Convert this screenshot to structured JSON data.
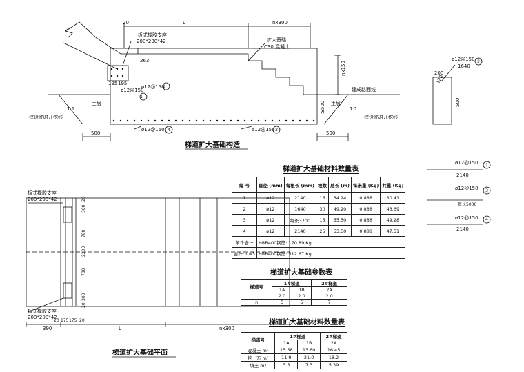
{
  "section": {
    "title": "梯道扩大基础构造",
    "dims": {
      "d20": "20",
      "L": "L",
      "nx300": "nx300",
      "nx150": "nx150",
      "d263": "263",
      "d195": "195",
      "d195b": "195",
      "d500a": "500",
      "d500b": "500",
      "ge500": "≥500"
    },
    "labels": {
      "bearing": "板式橡胶支座",
      "bearing_size": "200*200*42",
      "foundation": "扩大基础",
      "concrete": "C30 混凝土",
      "fill": "土层",
      "fill2": "土层",
      "cut_line": "建成路面线",
      "excavation_left": "建设临时开挖线",
      "excavation_right": "建设临时开挖线",
      "slope_l": "1:1",
      "slope_r": "1:1"
    },
    "rebars": {
      "r1": "ø12@150",
      "r2": "ø12@150",
      "r3": "ø12@150",
      "r4": "ø12@150",
      "n1": "1",
      "n2": "2",
      "n3": "3",
      "n4": "4"
    }
  },
  "bar2": {
    "d200": "200",
    "d120": "120",
    "d500": "500",
    "label": "ø12@150",
    "len": "1640",
    "num": "2"
  },
  "bar_details": [
    {
      "label": "ø12@150",
      "num": "1",
      "len": "2140"
    },
    {
      "label": "ø12@150",
      "num": "3",
      "len": "每长5000"
    },
    {
      "label": "ø12@150",
      "num": "4",
      "len": "2140"
    }
  ],
  "plan": {
    "title": "梯道扩大基础平面",
    "bearing_top": "板式橡胶支座",
    "bearing_top_size": "200*200*42",
    "bearing_bot": "板式橡胶支座",
    "bearing_bot_size": "200*200*42",
    "vdims": [
      "20",
      "300",
      "780",
      "2200",
      "780",
      "300",
      "20"
    ],
    "hdims": [
      "20",
      "175",
      "175",
      "20"
    ],
    "d390": "390",
    "L": "L",
    "nx300": "nx300"
  },
  "table1": {
    "title": "梯道扩大基础材料数量表",
    "headers": [
      "编 号",
      "直径 (mm)",
      "每根长 (mm)",
      "根数",
      "总长 (m)",
      "每米重 (Kg)",
      "共重 (Kg)"
    ],
    "rows": [
      [
        "1",
        "ø12",
        "2140",
        "16",
        "34.24",
        "0.888",
        "30.41"
      ],
      [
        "2",
        "ø12",
        "1640",
        "30",
        "49.20",
        "0.888",
        "43.69"
      ],
      [
        "3",
        "ø12",
        "每长3700",
        "15",
        "55.50",
        "0.888",
        "49.28"
      ],
      [
        "4",
        "ø12",
        "2140",
        "25",
        "53.50",
        "0.888",
        "47.51"
      ]
    ],
    "sum1_label": "单个合计",
    "sum1_value": "HRB400钢筋:  170.89 Kg",
    "sum2_label": "合计: n=3",
    "sum2_value": "HRB400钢筋:  512.67 Kg"
  },
  "table2": {
    "title": "梯道扩大基础参数表",
    "h_num": "梯道号",
    "h1": "1#梯道",
    "h2": "2#梯道",
    "sub": [
      "1A",
      "1B",
      "2A"
    ],
    "rows": [
      [
        "L",
        "2.0",
        "2.0",
        "2.0"
      ],
      [
        "n",
        "5",
        "5",
        "7"
      ]
    ]
  },
  "table3": {
    "title": "梯道扩大基础材料数量表",
    "h_num": "梯道号",
    "h1": "1#梯道",
    "h2": "2#梯道",
    "sub": [
      "1A",
      "1B",
      "2A"
    ],
    "rows": [
      [
        "混凝土 m³",
        "15.58",
        "13.60",
        "16.45"
      ],
      [
        "挖土方 m³",
        "11.9",
        "21.0",
        "18.2"
      ],
      [
        "填土 m³",
        "3.5",
        "7.3",
        "5.39"
      ]
    ]
  }
}
